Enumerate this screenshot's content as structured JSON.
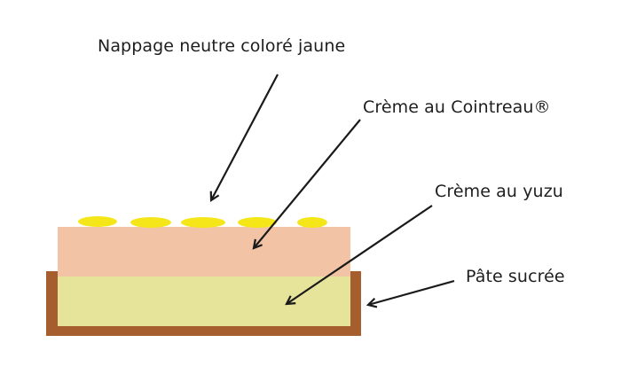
{
  "labels": {
    "glaze": "Nappage neutre coloré jaune",
    "cointreau_cream": "Crème au Cointreau®",
    "yuzu_cream": "Crème au yuzu",
    "pastry": "Pâte sucrée"
  },
  "colors": {
    "pastry": "#a65e2e",
    "cointreau_cream": "#f2c3a4",
    "yuzu_cream": "#e6e49a",
    "glaze_drops": "#f4e619",
    "arrows": "#1a1a1a",
    "text": "#1e1e1e"
  }
}
